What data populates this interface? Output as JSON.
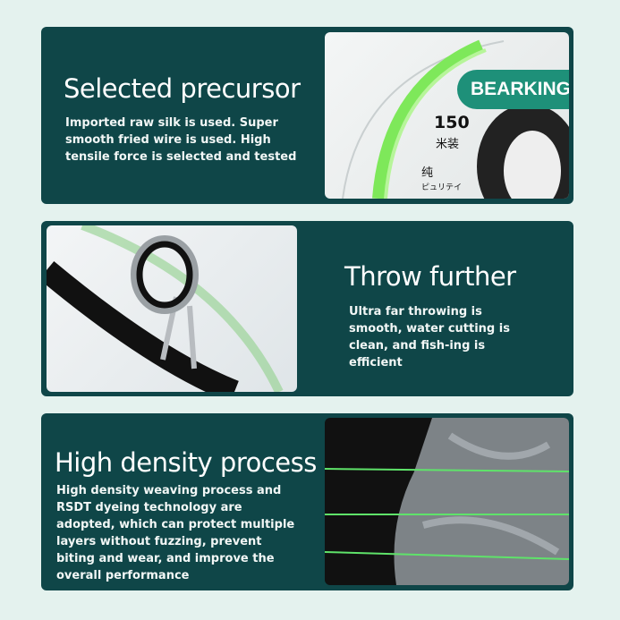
{
  "sections": [
    {
      "title": "Selected precursor",
      "text": "Imported raw silk is used. Super smooth fried wire is used. High tensile force is selected and tested",
      "image": {
        "brand": "BEARKING",
        "length": "150",
        "unit": "米装",
        "label1": "纯",
        "label2": "ピュリテイ"
      }
    },
    {
      "title": "Throw further",
      "text": "Ultra far throwing is smooth, water cutting is clean, and fish-ing is efficient"
    },
    {
      "title": "High density process",
      "text": "High density weaving process and RSDT dyeing technology are adopted, which can protect multiple layers without fuzzing, prevent biting and wear, and improve the overall performance"
    }
  ],
  "colors": {
    "panel": "#0f4648",
    "background": "#e4f2ee",
    "line": "#5fe36a"
  }
}
